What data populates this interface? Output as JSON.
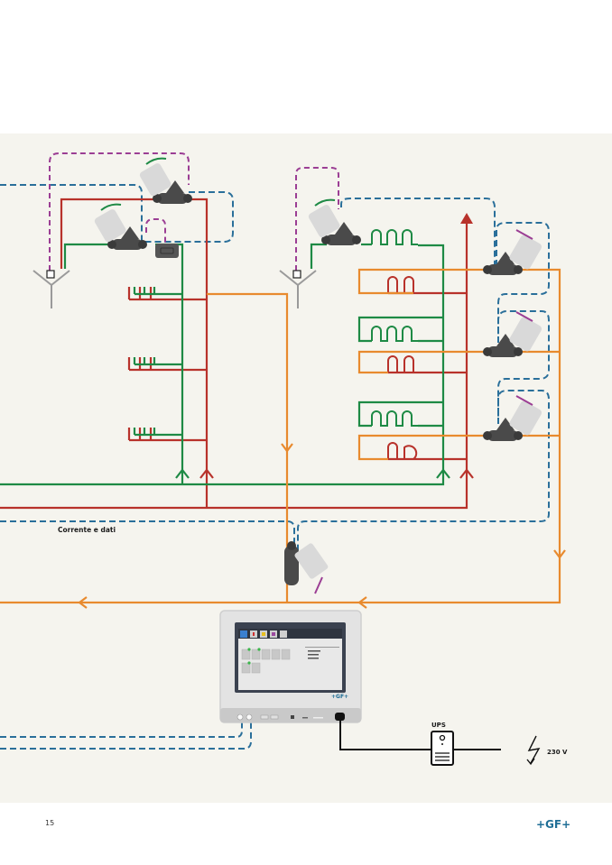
{
  "diagram": {
    "labels": {
      "power_data": "Corrente e dati",
      "ups": "UPS",
      "voltage": "230 V"
    },
    "controller": {
      "brand": "+GF+"
    },
    "line_colors": {
      "supply_red": "#b8322b",
      "return_green": "#1e8a45",
      "circulation_orange": "#e88a2e",
      "data_blue": "#2a6f9a",
      "signal_purple": "#9b3e94",
      "power_black": "#111111",
      "valve_gray": "#4a4a4a",
      "panel_bg": "#f5f4ee"
    }
  },
  "footer": {
    "page_number": "15",
    "logo": "+GF+"
  }
}
